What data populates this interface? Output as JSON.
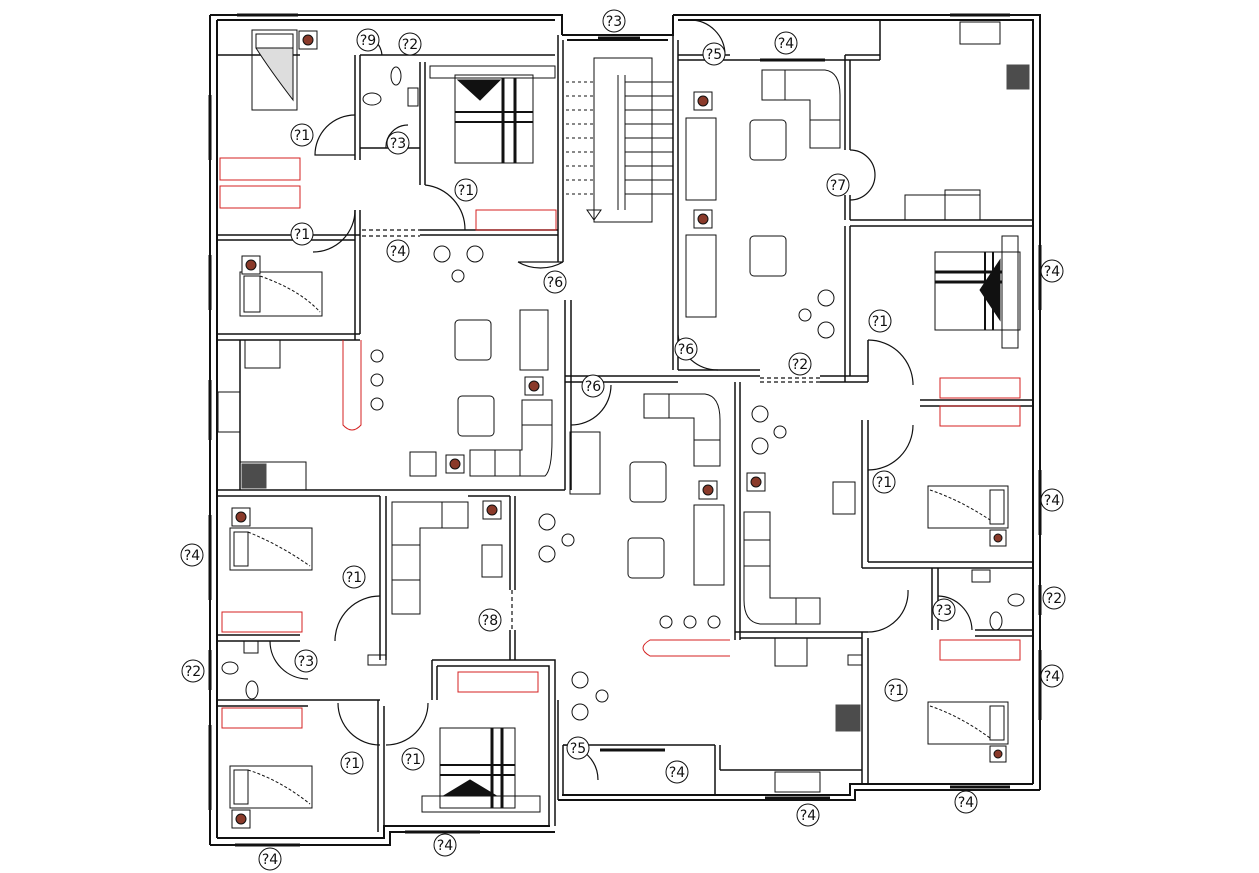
{
  "tags": [
    "?1",
    "?2",
    "?3",
    "?4",
    "?5",
    "?6",
    "?7",
    "?8",
    "?9"
  ],
  "colors": {
    "line": "#111111",
    "furniture_red": "#d42020",
    "fixture": "#8a3a2a",
    "background": "#ffffff"
  }
}
